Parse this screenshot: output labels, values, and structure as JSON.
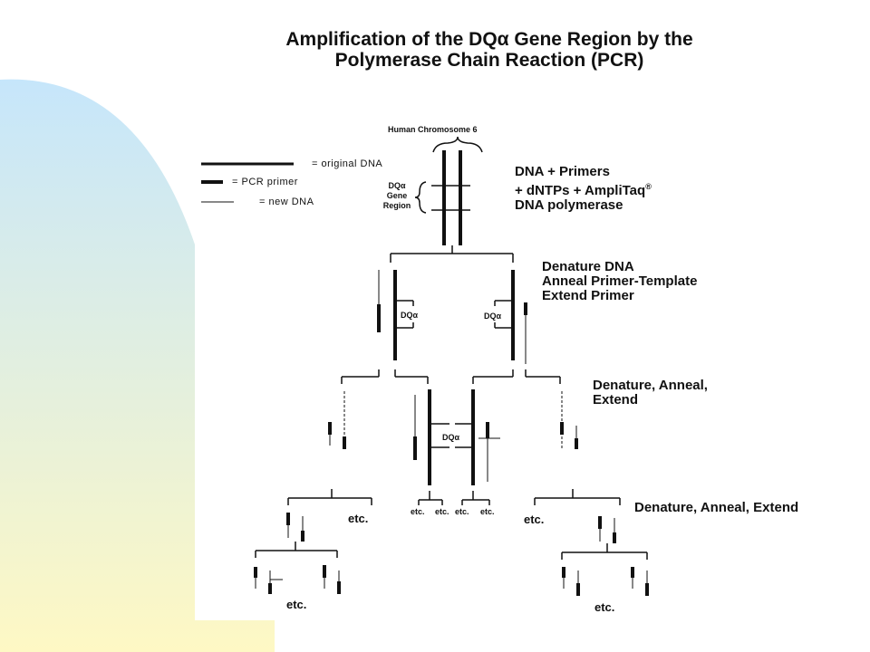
{
  "title": {
    "line1": "Amplification of the DQα Gene Region by the",
    "line2": "Polymerase Chain Reaction (PCR)"
  },
  "legend": {
    "original": "= original DNA",
    "primer": "= PCR primer",
    "new": "= new DNA"
  },
  "labels": {
    "chromosome": "Human Chromosome 6",
    "dq_gene_1": "DQα",
    "dq_gene_2": "Gene",
    "dq_gene_3": "Region",
    "dqa": "DQα"
  },
  "steps": {
    "s1_l1": "DNA + Primers",
    "s1_l2": "+ dNTPs + AmpliTaq",
    "s1_sup": "®",
    "s1_l3": "DNA polymerase",
    "s2_l1": "Denature DNA",
    "s2_l2": "Anneal Primer-Template",
    "s2_l3": "Extend Primer",
    "s3_l1": "Denature, Anneal,",
    "s3_l2": "Extend",
    "s4": "Denature, Anneal, Extend"
  },
  "etc": "etc.",
  "colors": {
    "background": "#ffffff",
    "gradient_top": "#c6e6fb",
    "gradient_bottom": "#fef8c4",
    "ink": "#111111"
  }
}
